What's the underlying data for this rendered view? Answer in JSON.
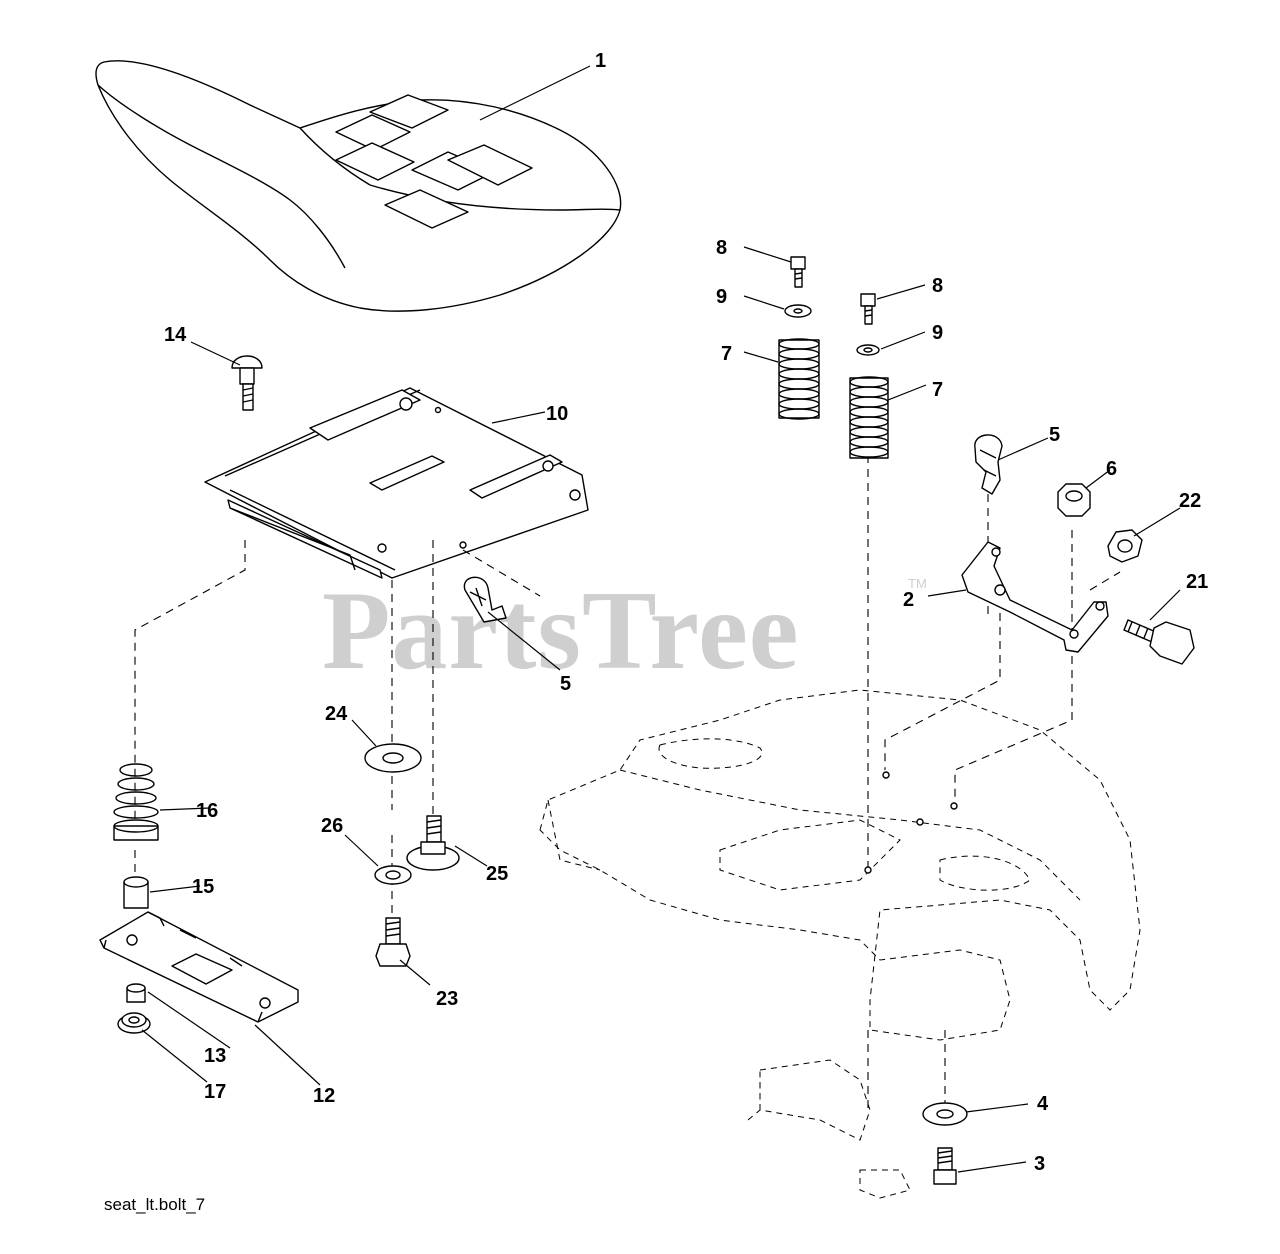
{
  "watermark": {
    "text": "PartsTree",
    "trademark": "TM"
  },
  "filename": "seat_lt.bolt_7",
  "callouts": {
    "seat": "1",
    "bracket": "2",
    "bolt_bottom": "3",
    "washer_bottom": "4",
    "clip_right": "5",
    "clip_left": "5",
    "nut_right": "6",
    "spring_left": "7",
    "spring_right": "7",
    "bolt_top_left": "8",
    "bolt_top_right": "8",
    "washer_top_left": "9",
    "washer_top_right": "9",
    "seat_pan": "10",
    "slide_plate": "12",
    "small_nut": "13",
    "carriage_bolt": "14",
    "spacer": "15",
    "small_spring": "16",
    "flange_nut": "17",
    "knob_bolt": "21",
    "lock_nut": "22",
    "hex_bolt": "23",
    "large_washer": "24",
    "shoulder_bolt": "25",
    "split_washer": "26"
  }
}
